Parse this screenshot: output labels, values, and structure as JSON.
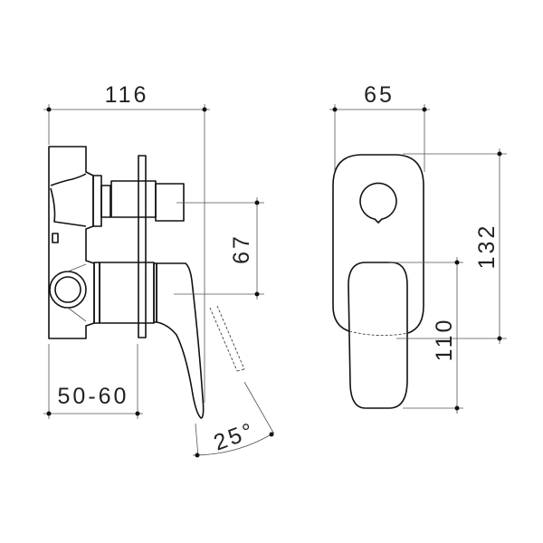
{
  "side_view": {
    "dimensions": {
      "overall_depth": "116",
      "spindle_spacing": "67",
      "wall_depth_range": "50-60",
      "lever_angle": "25°"
    }
  },
  "front_view": {
    "dimensions": {
      "plate_width": "65",
      "plate_height": "132",
      "lever_height": "110"
    }
  },
  "colors": {
    "line": "#111111",
    "background": "#ffffff"
  }
}
